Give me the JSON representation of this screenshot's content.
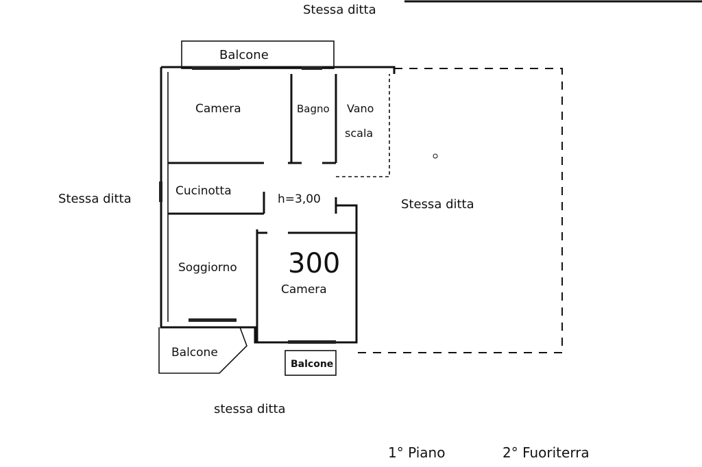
{
  "top_label": "Stessa ditta",
  "rooms": {
    "balcone_top": "Balcone",
    "camera_top": "Camera",
    "bagno": "Bagno",
    "vano_scala_1": "Vano",
    "vano_scala_2": "scala",
    "cucinotta": "Cucinotta",
    "corridor_height": "h=3,00",
    "soggiorno": "Soggiorno",
    "camera_bottom": "Camera",
    "handwritten_number": "300",
    "balcone_bottom_left": "Balcone",
    "balcone_bottom_right": "Balcone"
  },
  "neighbors": {
    "left": "Stessa ditta",
    "right": "Stessa ditta",
    "bottom": "stessa ditta"
  },
  "footer": {
    "floor": "1° Piano",
    "level": "2° Fuoriterra"
  }
}
